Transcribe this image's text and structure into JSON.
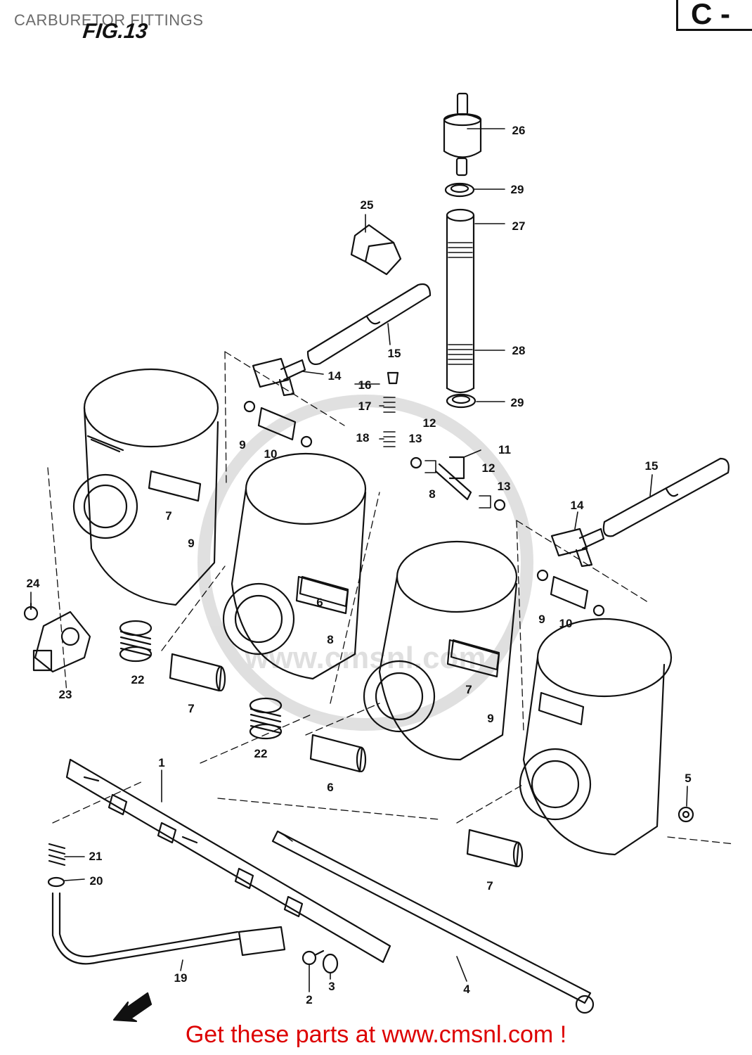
{
  "header": {
    "title": "CARBURETOR FITTINGS",
    "figure": "FIG.13",
    "section": "C -"
  },
  "watermark": "www.cmsnl.com",
  "footer": {
    "text": "Get these parts at www.cmsnl.com !"
  },
  "callouts": [
    {
      "n": "1"
    },
    {
      "n": "2"
    },
    {
      "n": "3"
    },
    {
      "n": "4"
    },
    {
      "n": "5"
    },
    {
      "n": "6"
    },
    {
      "n": "6"
    },
    {
      "n": "7"
    },
    {
      "n": "7"
    },
    {
      "n": "7"
    },
    {
      "n": "7"
    },
    {
      "n": "8"
    },
    {
      "n": "8"
    },
    {
      "n": "9"
    },
    {
      "n": "9"
    },
    {
      "n": "9"
    },
    {
      "n": "9"
    },
    {
      "n": "10"
    },
    {
      "n": "10"
    },
    {
      "n": "11"
    },
    {
      "n": "12"
    },
    {
      "n": "12"
    },
    {
      "n": "13"
    },
    {
      "n": "13"
    },
    {
      "n": "14"
    },
    {
      "n": "14"
    },
    {
      "n": "15"
    },
    {
      "n": "15"
    },
    {
      "n": "16"
    },
    {
      "n": "17"
    },
    {
      "n": "18"
    },
    {
      "n": "19"
    },
    {
      "n": "20"
    },
    {
      "n": "21"
    },
    {
      "n": "22"
    },
    {
      "n": "22"
    },
    {
      "n": "23"
    },
    {
      "n": "24"
    },
    {
      "n": "25"
    },
    {
      "n": "26"
    },
    {
      "n": "27"
    },
    {
      "n": "28"
    },
    {
      "n": "29"
    },
    {
      "n": "29"
    }
  ]
}
